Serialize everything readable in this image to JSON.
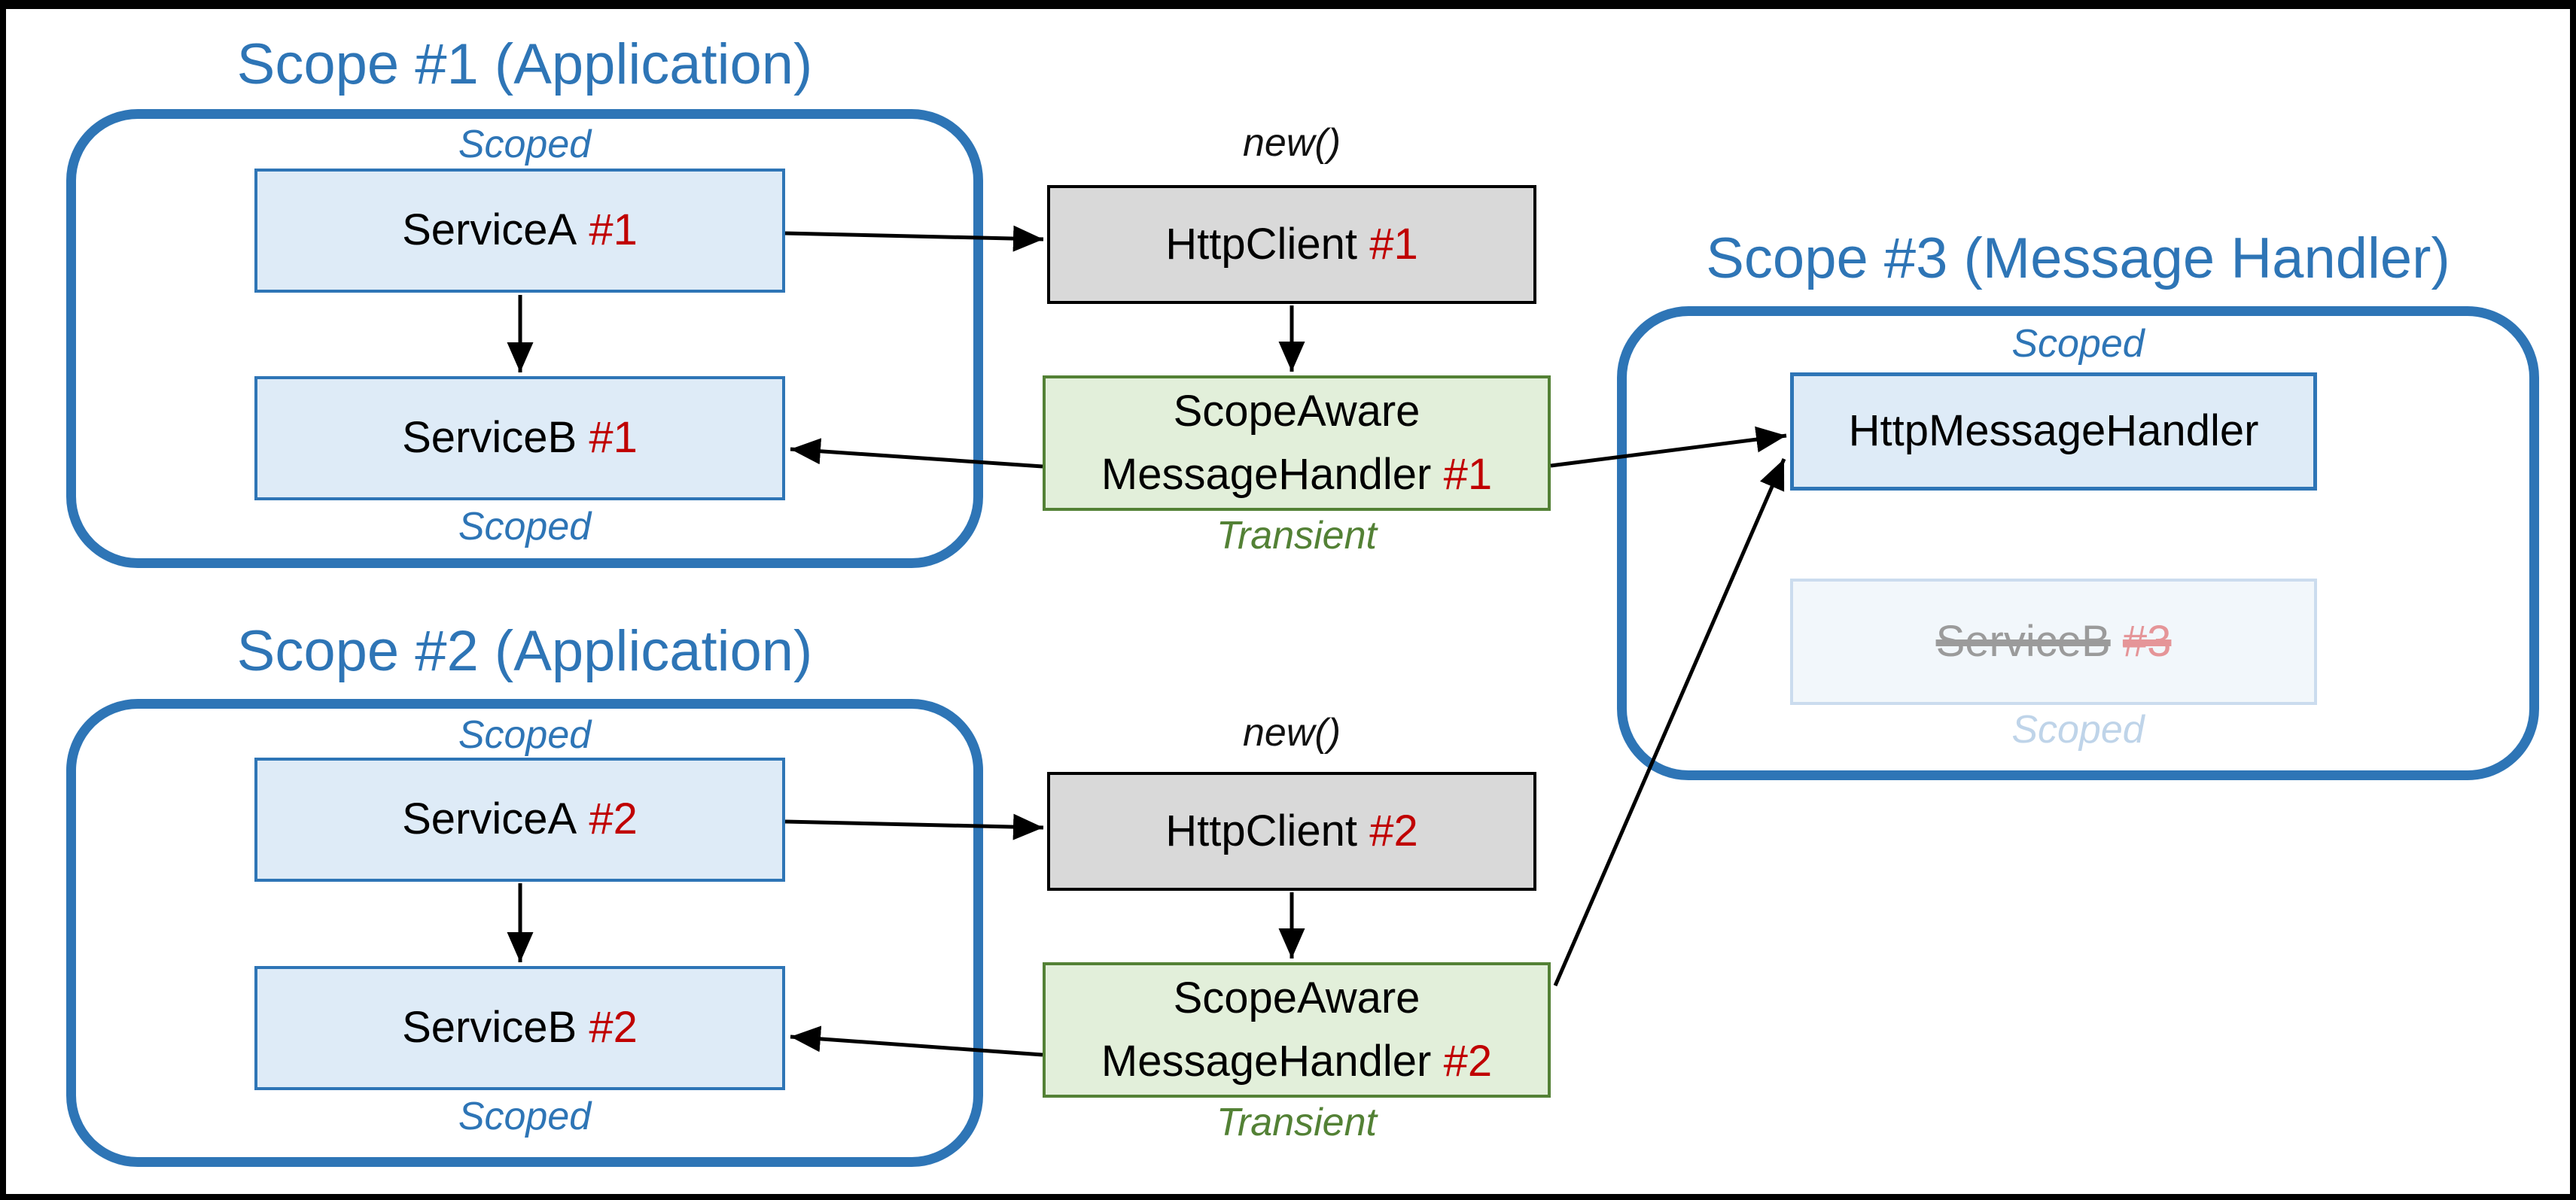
{
  "diagram": {
    "scope1": {
      "title": "Scope #1 (Application)",
      "scoped_top": "Scoped",
      "scoped_bottom": "Scoped",
      "service_a": {
        "label": "ServiceA",
        "instance": "#1"
      },
      "service_b": {
        "label": "ServiceB",
        "instance": "#1"
      }
    },
    "scope2": {
      "title": "Scope #2 (Application)",
      "scoped_top": "Scoped",
      "scoped_bottom": "Scoped",
      "service_a": {
        "label": "ServiceA",
        "instance": "#2"
      },
      "service_b": {
        "label": "ServiceB",
        "instance": "#2"
      }
    },
    "scope3": {
      "title": "Scope #3 (Message Handler)",
      "scoped_top": "Scoped",
      "http_message_handler": {
        "label": "HttpMessageHandler"
      },
      "service_b_disposed": {
        "label": "ServiceB",
        "instance": "#3"
      },
      "scoped_bottom": "Scoped"
    },
    "http_client1": {
      "annotation": "new()",
      "label": "HttpClient",
      "instance": "#1"
    },
    "http_client2": {
      "annotation": "new()",
      "label": "HttpClient",
      "instance": "#2"
    },
    "message_handler1": {
      "line1": "ScopeAware",
      "line2": "MessageHandler",
      "instance": "#1",
      "annotation": "Transient"
    },
    "message_handler2": {
      "line1": "ScopeAware",
      "line2": "MessageHandler",
      "instance": "#2",
      "annotation": "Transient"
    },
    "colors": {
      "scope_blue": "#2E75B6",
      "light_blue_fill": "#DEEBF7",
      "green_border": "#538135",
      "light_green_fill": "#E2EFDA",
      "instance_red": "#C00000",
      "gray_fill": "#D9D9D9",
      "arrow_black": "#000000",
      "faded_fill": "#F2F7FB"
    }
  }
}
